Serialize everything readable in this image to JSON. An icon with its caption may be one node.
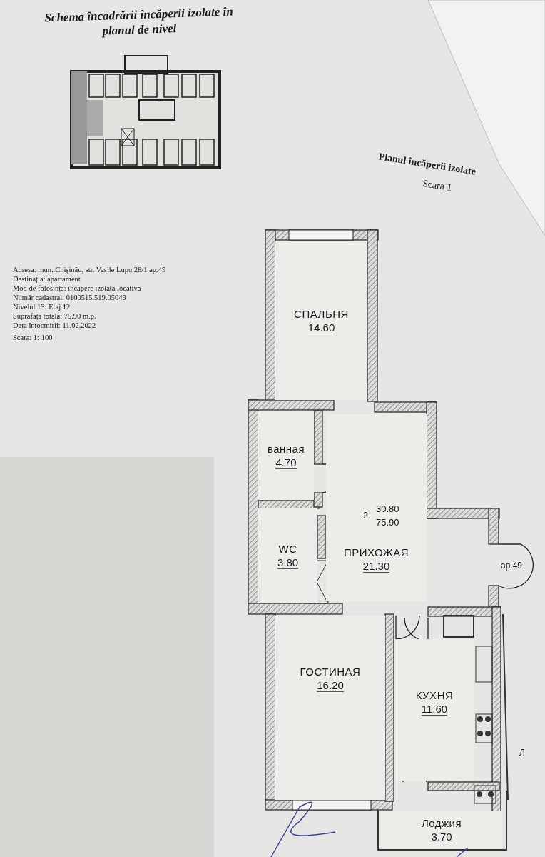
{
  "diagram": {
    "title": "Schema încadrării încăperii izolate în planul de nivel",
    "nodes": [
      {
        "text": [
          "СПАЛЬНЯ",
          "14.60"
        ]
      },
      {
        "text": [
          "ванная",
          "4.70"
        ]
      },
      {
        "text": [
          "WC",
          "3.80"
        ]
      },
      {
        "text": [
          "ПРИХОЖАЯ",
          "21.30"
        ]
      },
      {
        "text": [
          "ГОСТИНАЯ",
          "16.20"
        ]
      },
      {
        "text": [
          "КУХНЯ",
          "11.60"
        ]
      },
      {
        "text": [
          "Лоджия",
          "3.70"
        ]
      }
    ],
    "edges": [],
    "labels": [
      "Planul încăperii izolate",
      "Scara 1",
      "Adresa: mun. Chișinău, str. Vasile Lupu 28/1 ap.49",
      "Destinația: apartament",
      "Mod de folosință: încăpere izolată locativă",
      "Număr cadastral: 0100515.519.05049",
      "Nivelul 13: Etaj 12",
      "Suprafața totală: 75.90 m.p.",
      "Data întocmirii: 11.02.2022",
      "Scara: 1: 100",
      "2",
      "30.80",
      "75.90",
      "ap.49",
      "Л"
    ]
  }
}
